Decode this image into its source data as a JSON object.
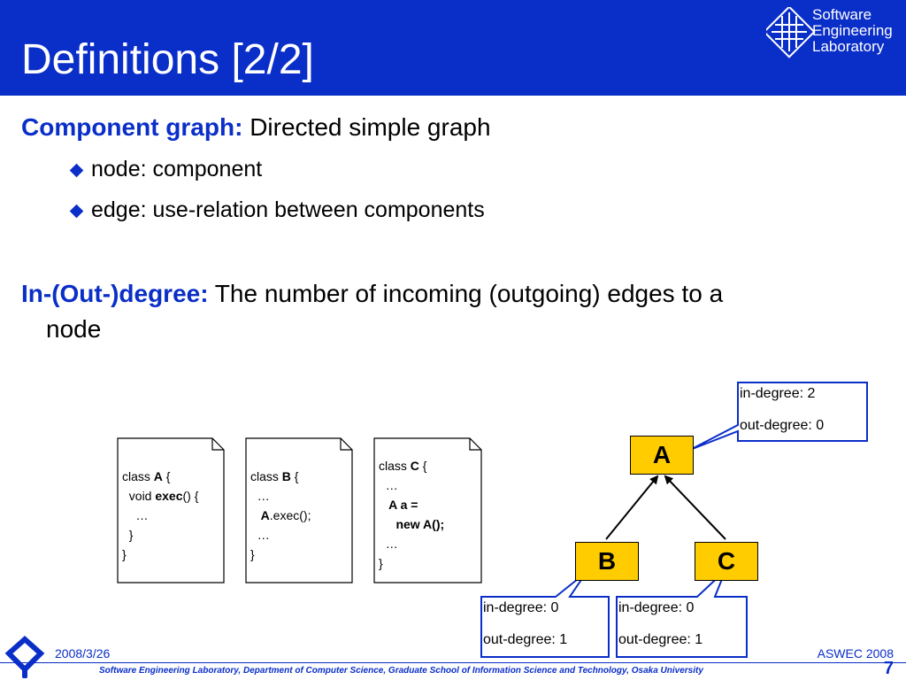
{
  "header": {
    "title": "Definitions [2/2]",
    "logo_lines": [
      "Software",
      "Engineering",
      "Laboratory"
    ]
  },
  "content": {
    "component_graph_term": "Component graph:",
    "component_graph_def": " Directed simple graph",
    "bullets": [
      "node: component",
      "edge: use-relation between components"
    ],
    "degree_term": "In-(Out-)degree:",
    "degree_def": " The number of incoming (outgoing) edges to a",
    "degree_def_cont": "node"
  },
  "code_docs": [
    {
      "lines": [
        [
          "class ",
          "A",
          " {"
        ],
        [
          "  void ",
          "exec",
          "() {"
        ],
        [
          "    …"
        ],
        [
          "  }"
        ],
        [
          "}"
        ]
      ]
    },
    {
      "lines": [
        [
          "class ",
          "B",
          " {"
        ],
        [
          "  …"
        ],
        [
          "   ",
          "A",
          ".exec();"
        ],
        [
          "  …"
        ],
        [
          "}"
        ]
      ]
    },
    {
      "lines": [
        [
          "class ",
          "C",
          " {"
        ],
        [
          "  …"
        ],
        [
          "   A a ="
        ],
        [
          "     new A();"
        ],
        [
          "  …"
        ],
        [
          "}"
        ]
      ]
    }
  ],
  "graph": {
    "nodes": [
      "A",
      "B",
      "C"
    ],
    "callouts": [
      {
        "in": "in-degree: 2",
        "out": "out-degree: 0"
      },
      {
        "in": "in-degree: 0",
        "out": "out-degree: 1"
      },
      {
        "in": "in-degree: 0",
        "out": "out-degree: 1"
      }
    ]
  },
  "footer": {
    "date": "2008/3/26",
    "conference": "ASWEC 2008",
    "info": "Software Engineering Laboratory,  Department of Computer Science,  Graduate School of Information Science and Technology,  Osaka University",
    "page": "7"
  },
  "colors": {
    "accent": "#0a2ec8",
    "node_fill": "#ffcc00"
  }
}
